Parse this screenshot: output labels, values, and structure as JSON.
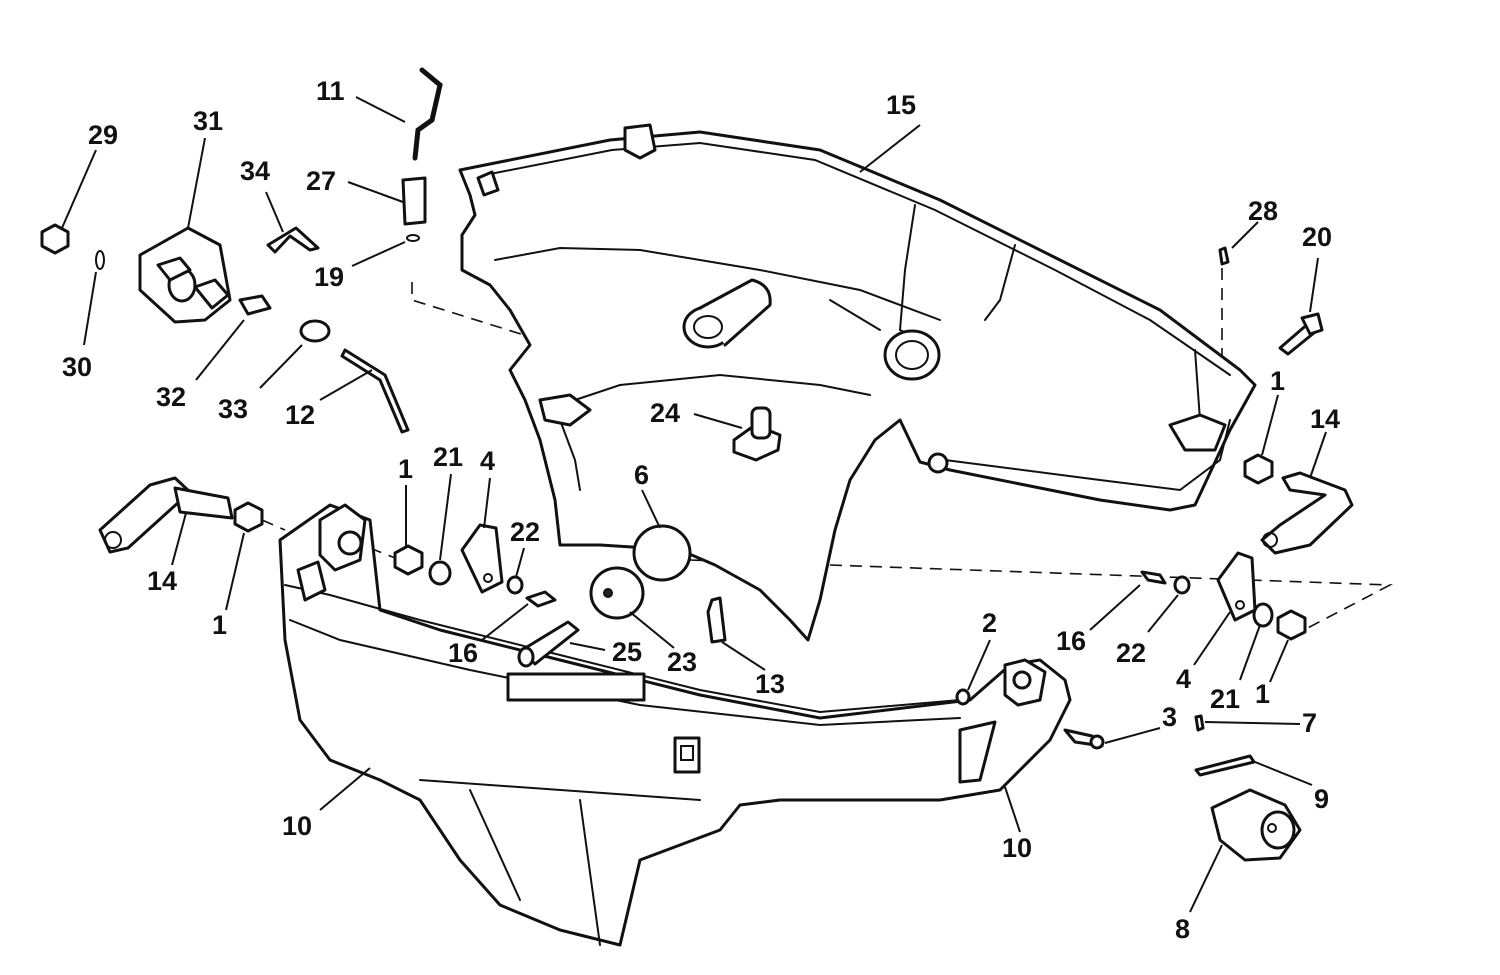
{
  "callouts": [
    {
      "id": "c29",
      "label": "29"
    },
    {
      "id": "c31",
      "label": "31"
    },
    {
      "id": "c34",
      "label": "34"
    },
    {
      "id": "c11",
      "label": "11"
    },
    {
      "id": "c27",
      "label": "27"
    },
    {
      "id": "c19",
      "label": "19"
    },
    {
      "id": "c15",
      "label": "15"
    },
    {
      "id": "c28",
      "label": "28"
    },
    {
      "id": "c20",
      "label": "20"
    },
    {
      "id": "c30",
      "label": "30"
    },
    {
      "id": "c32",
      "label": "32"
    },
    {
      "id": "c33",
      "label": "33"
    },
    {
      "id": "c12",
      "label": "12"
    },
    {
      "id": "c1a",
      "label": "1"
    },
    {
      "id": "c21a",
      "label": "21"
    },
    {
      "id": "c4a",
      "label": "4"
    },
    {
      "id": "c24",
      "label": "24"
    },
    {
      "id": "c1b",
      "label": "1"
    },
    {
      "id": "c14b",
      "label": "14"
    },
    {
      "id": "c6",
      "label": "6"
    },
    {
      "id": "c22a",
      "label": "22"
    },
    {
      "id": "c14a",
      "label": "14"
    },
    {
      "id": "c1c",
      "label": "1"
    },
    {
      "id": "c16a",
      "label": "16"
    },
    {
      "id": "c25",
      "label": "25"
    },
    {
      "id": "c23",
      "label": "23"
    },
    {
      "id": "c13",
      "label": "13"
    },
    {
      "id": "c2",
      "label": "2"
    },
    {
      "id": "c16b",
      "label": "16"
    },
    {
      "id": "c22b",
      "label": "22"
    },
    {
      "id": "c4b",
      "label": "4"
    },
    {
      "id": "c21b",
      "label": "21"
    },
    {
      "id": "c1d",
      "label": "1"
    },
    {
      "id": "c3",
      "label": "3"
    },
    {
      "id": "c7",
      "label": "7"
    },
    {
      "id": "c9",
      "label": "9"
    },
    {
      "id": "c10a",
      "label": "10"
    },
    {
      "id": "c10b",
      "label": "10"
    },
    {
      "id": "c8",
      "label": "8"
    }
  ]
}
